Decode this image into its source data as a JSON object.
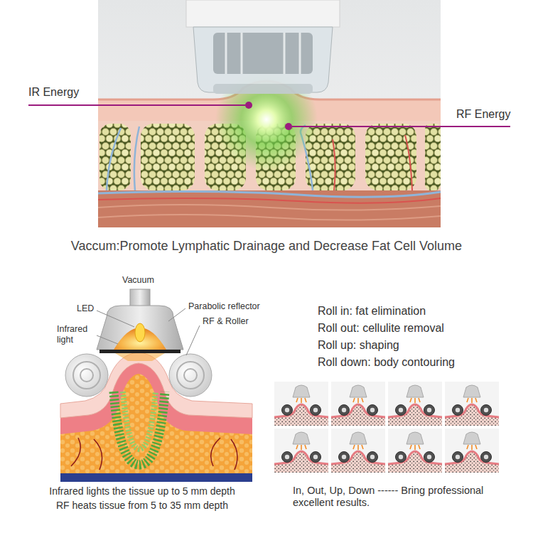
{
  "diagram": {
    "labels": [
      "IR Energy",
      "RF Energy",
      "Vaccum:Promote Lymphatic Drainage and Decrease Fat Cell Volume",
      "Vacuum",
      "LED",
      "Parabolic reflector",
      "Infrared light",
      "RF & Roller",
      "Roll in: fat elimination",
      "Roll out: cellulite removal",
      "Roll up: shaping",
      "Roll down: body contouring",
      "Infrared lights the tissue up to 5 mm depth",
      "RF heats tissue from 5 to 35 mm depth",
      "In, Out, Up, Down ------ Bring professional excellent results."
    ]
  }
}
